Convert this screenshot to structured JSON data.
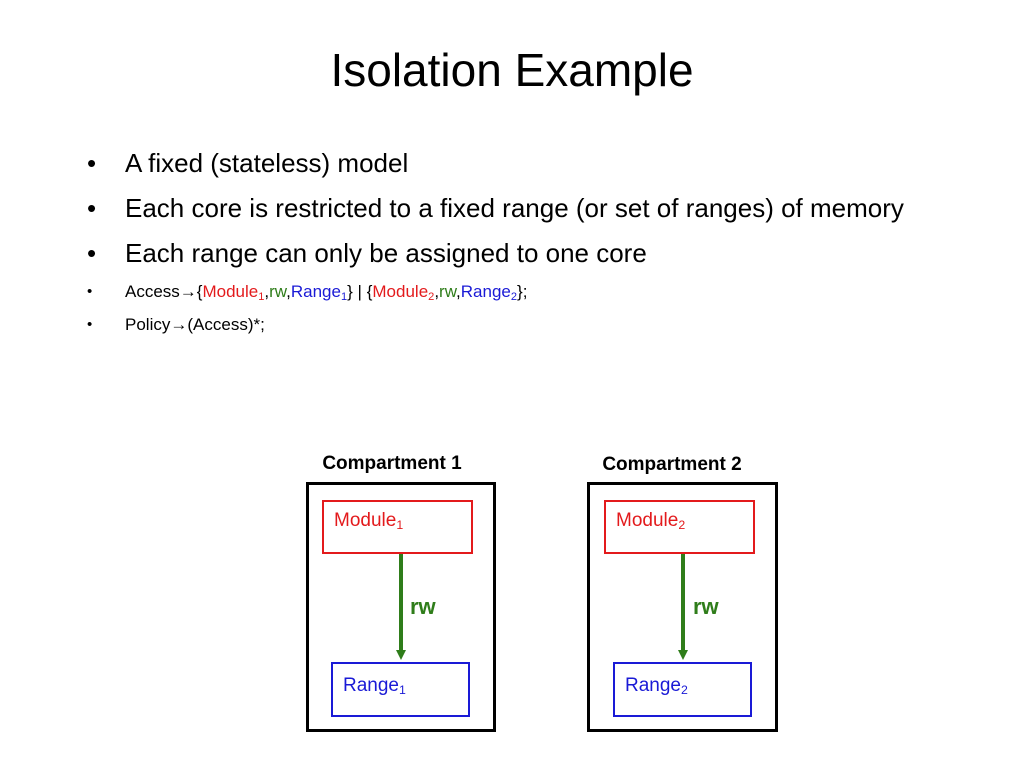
{
  "title": "Isolation Example",
  "bullets": [
    "A fixed (stateless) model",
    "Each core is restricted to a fixed range (or set of ranges) of memory",
    "Each range can only be assigned to one core"
  ],
  "bullet_glyph": "•",
  "grammar": {
    "access_keyword": "Access",
    "arrow": "→",
    "open_brace": "{",
    "close_brace": "}",
    "separator": " | ",
    "comma": ",",
    "terminator": ";",
    "module_name": "Module",
    "rw": "rw",
    "range_name": "Range",
    "index_1": "1",
    "index_2": "2",
    "policy_keyword": "Policy",
    "policy_rhs": "(Access)*;"
  },
  "compartments": [
    {
      "label": "Compartment 1",
      "module": "Module",
      "range": "Range",
      "index": "1",
      "edge_label": "rw"
    },
    {
      "label": "Compartment 2",
      "module": "Module",
      "range": "Range",
      "index": "2",
      "edge_label": "rw"
    }
  ],
  "colors": {
    "module": "#e31a1c",
    "permission": "#2f7d1a",
    "range": "#1a1ad6",
    "border": "#000000"
  }
}
